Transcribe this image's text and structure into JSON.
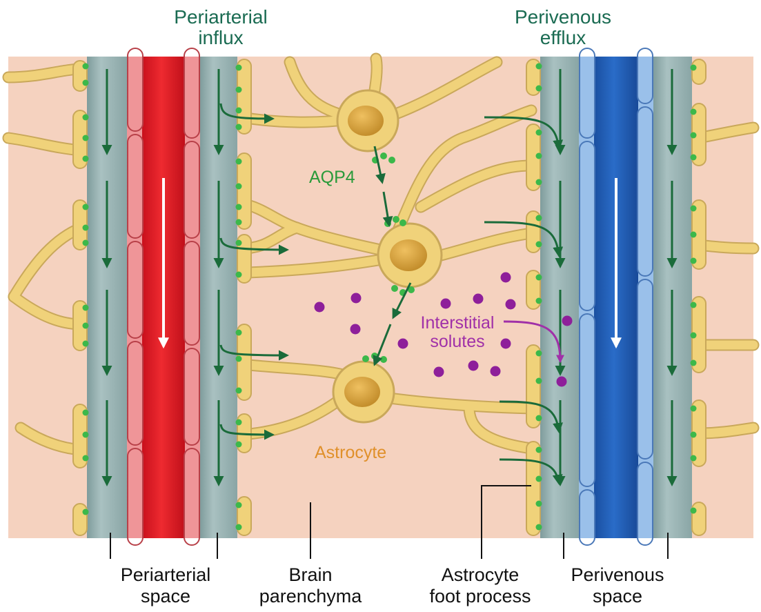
{
  "labels": {
    "periarterial_influx": [
      "Periarterial",
      "influx"
    ],
    "perivenous_efflux": [
      "Perivenous",
      "efflux"
    ],
    "aqp4": "AQP4",
    "interstitial_solutes": [
      "Interstitial",
      "solutes"
    ],
    "astrocyte": "Astrocyte",
    "periarterial_space": [
      "Periarterial",
      "space"
    ],
    "brain_parenchyma": [
      "Brain",
      "parenchyma"
    ],
    "astrocyte_foot_process": [
      "Astrocyte",
      "foot process"
    ],
    "perivenous_space": [
      "Perivenous",
      "space"
    ]
  },
  "colors": {
    "parenchyma": "#f5d2bf",
    "perivascular_space": "#9bb5b5",
    "artery": "#e0202a",
    "artery_wall": "#ef9598",
    "vein": "#1c5cb8",
    "vein_wall": "#9ac0ea",
    "astrocyte": "#f0d27a",
    "astrocyte_nucleus": "#d9a540",
    "aqp4": "#3cb84a",
    "flow_arrow": "#1a6b3a",
    "solute": "#8e1f9a",
    "top_label": "#1a6b52",
    "aqp4_label": "#2a9a3a",
    "astrocyte_label": "#e0902a",
    "solute_label": "#a030a8"
  },
  "icons": {
    "flow": "arrow-down-icon",
    "influx": "arrow-right-icon",
    "solute": "dot-icon"
  }
}
